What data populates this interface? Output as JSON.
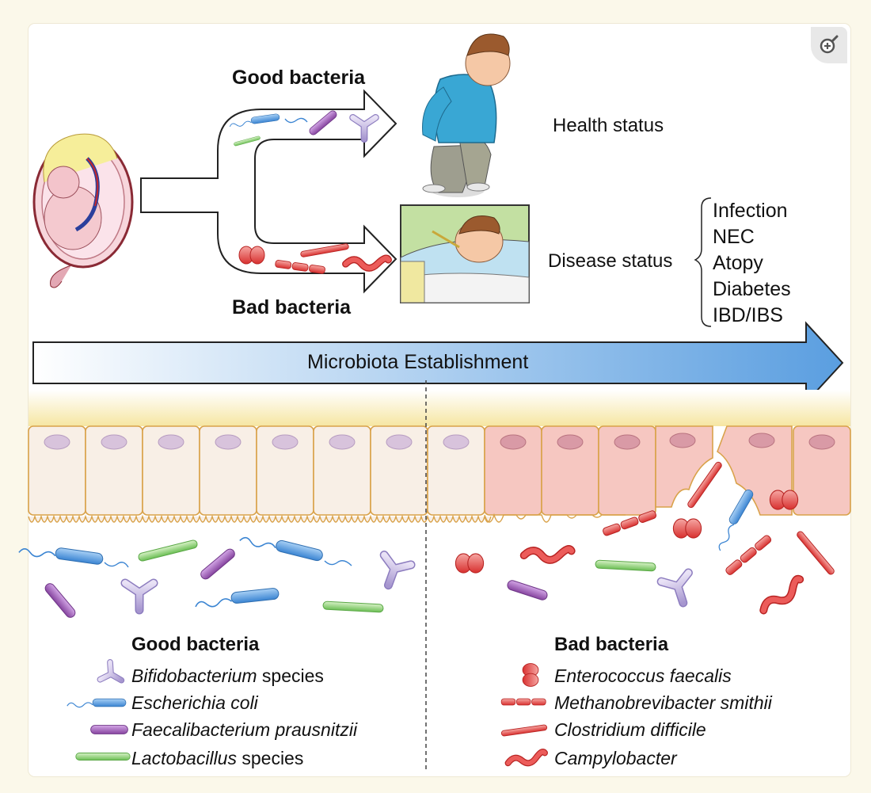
{
  "top": {
    "good_label": "Good bacteria",
    "bad_label": "Bad bacteria",
    "health_status": "Health status",
    "disease_status": "Disease status",
    "diseases": [
      "Infection",
      "NEC",
      "Atopy",
      "Diabetes",
      "IBD/IBS"
    ]
  },
  "timeline_label": "Microbiota Establishment",
  "legend": {
    "good_title": "Good bacteria",
    "good_items": [
      {
        "name": "Bifidobacterium",
        "suffix": " species",
        "icon": "bifidobacterium-icon"
      },
      {
        "name": "Escherichia coli",
        "suffix": "",
        "icon": "escherichia-coli-icon"
      },
      {
        "name": "Faecalibacterium prausnitzii",
        "suffix": "",
        "icon": "faecalibacterium-icon"
      },
      {
        "name": "Lactobacillus",
        "suffix": " species",
        "icon": "lactobacillus-icon"
      }
    ],
    "bad_title": "Bad bacteria",
    "bad_items": [
      {
        "name": "Enterococcus faecalis",
        "suffix": "",
        "icon": "enterococcus-icon"
      },
      {
        "name": "Methanobrevibacter smithii",
        "suffix": "",
        "icon": "methanobrevibacter-icon"
      },
      {
        "name": "Clostridium difficile",
        "suffix": "",
        "icon": "clostridium-icon"
      },
      {
        "name": "Campylobacter",
        "suffix": "",
        "icon": "campylobacter-icon"
      }
    ]
  },
  "colors": {
    "coli_blue": "#4a90d9",
    "faecali_purple": "#8d4aa8",
    "lacto_green": "#7cc36a",
    "bifido_lilac": "#b7a8d8",
    "bad_red": "#e0383a",
    "healthy_cell": "#f8efe6",
    "damaged_cell": "#f6c7c1"
  }
}
